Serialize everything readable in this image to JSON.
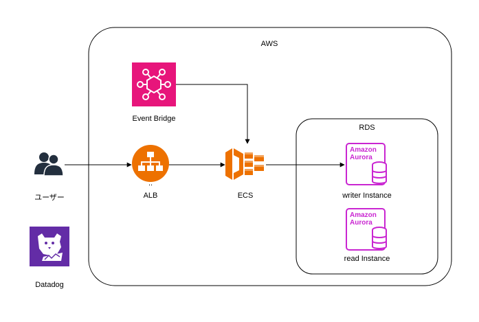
{
  "aws_group": {
    "label": "AWS"
  },
  "rds_group": {
    "label": "RDS"
  },
  "nodes": {
    "users": {
      "label": "ユーザー",
      "icon": "users-icon"
    },
    "datadog": {
      "label": "Datadog",
      "icon": "datadog-logo",
      "color": "#632CA6"
    },
    "event_bridge": {
      "label": "Event Bridge",
      "icon": "eventbridge-icon",
      "color": "#E7157B"
    },
    "alb": {
      "label": "ALB",
      "icon": "load-balancer-icon",
      "color": "#ED7100",
      "dots": ".."
    },
    "ecs": {
      "label": "ECS",
      "icon": "ecs-icon",
      "color": "#ED7100"
    },
    "writer": {
      "label": "writer Instance",
      "icon": "aurora-icon",
      "badge_line1": "Amazon",
      "badge_line2": "Aurora",
      "color": "#C925D1"
    },
    "reader": {
      "label": "read Instance",
      "icon": "aurora-icon",
      "badge_line1": "Amazon",
      "badge_line2": "Aurora",
      "color": "#C925D1"
    }
  }
}
